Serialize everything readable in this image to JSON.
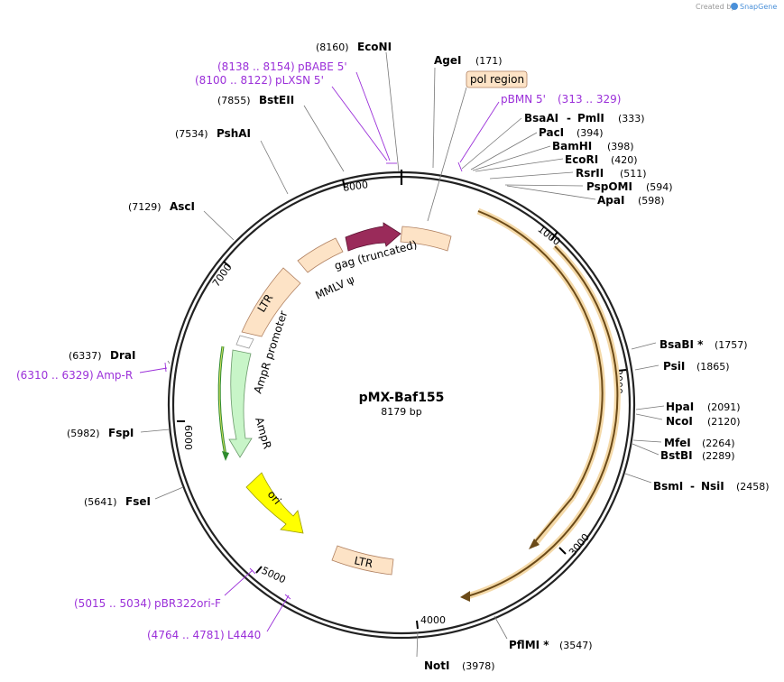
{
  "brand": {
    "created_by": "Created by",
    "app_name": "SnapGene"
  },
  "plasmid": {
    "name": "pMX-Baf155",
    "size_label": "8179 bp"
  },
  "ticks": [
    "1000",
    "2000",
    "3000",
    "4000",
    "5000",
    "6000",
    "7000",
    "8000"
  ],
  "enzymes": [
    {
      "name": "EcoNI",
      "pos": "(8160)"
    },
    {
      "name": "AgeI",
      "pos": "(171)"
    },
    {
      "name": "BstEII",
      "pos": "(7855)"
    },
    {
      "name": "BsaAI",
      "sep": "-",
      "name2": "PmlI",
      "pos": "(333)"
    },
    {
      "name": "PacI",
      "pos": "(394)"
    },
    {
      "name": "BamHI",
      "pos": "(398)"
    },
    {
      "name": "EcoRI",
      "pos": "(420)"
    },
    {
      "name": "RsrII",
      "pos": "(511)"
    },
    {
      "name": "PspOMI",
      "pos": "(594)"
    },
    {
      "name": "ApaI",
      "pos": "(598)"
    },
    {
      "name": "PshAI",
      "pos": "(7534)"
    },
    {
      "name": "AscI",
      "pos": "(7129)"
    },
    {
      "name": "BsaBI *",
      "pos": "(1757)"
    },
    {
      "name": "PsiI",
      "pos": "(1865)"
    },
    {
      "name": "DraI",
      "pos": "(6337)"
    },
    {
      "name": "HpaI",
      "pos": "(2091)"
    },
    {
      "name": "NcoI",
      "pos": "(2120)"
    },
    {
      "name": "FspI",
      "pos": "(5982)"
    },
    {
      "name": "MfeI",
      "pos": "(2264)"
    },
    {
      "name": "BstBI",
      "pos": "(2289)"
    },
    {
      "name": "BsmI",
      "sep": "-",
      "name2": "NsiI",
      "pos": "(2458)"
    },
    {
      "name": "FseI",
      "pos": "(5641)"
    },
    {
      "name": "PflMI *",
      "pos": "(3547)"
    },
    {
      "name": "NotI",
      "pos": "(3978)"
    }
  ],
  "primers": [
    {
      "range": "(8138 .. 8154)",
      "name": "pBABE 5'"
    },
    {
      "range": "(8100 .. 8122)",
      "name": "pLXSN 5'"
    },
    {
      "name": "pBMN 5'",
      "range": "(313 .. 329)"
    },
    {
      "range": "(6310 .. 6329)",
      "name": "Amp-R"
    },
    {
      "range": "(5015 .. 5034)",
      "name": "pBR322ori-F"
    },
    {
      "range": "(4764 .. 4781)",
      "name": "L4440"
    }
  ],
  "features": {
    "pol_region": "pol region",
    "gag": "gag (truncated)",
    "psi": "MMLV ψ",
    "ltr_left": "LTR",
    "ampr_promoter": "AmpR promoter",
    "ampr": "AmpR",
    "ori": "ori",
    "ltr_bottom": "LTR"
  },
  "colors": {
    "backbone": "#222222",
    "ltr": "#fde3c6",
    "gag": "#9a2b5a",
    "ampr": "#c8f5c8",
    "ori": "#ffff00",
    "primer": "#9b30d9",
    "insert": "#e8a94a"
  }
}
